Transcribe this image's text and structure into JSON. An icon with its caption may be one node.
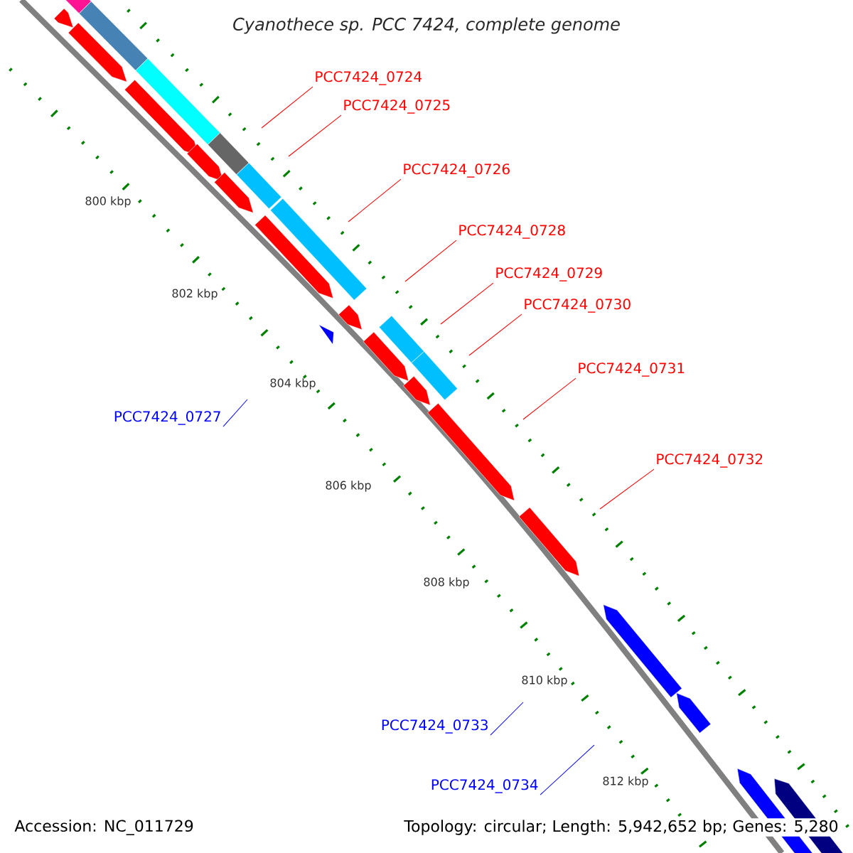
{
  "diagram": {
    "title": "Cyanothece sp. PCC 7424, complete genome",
    "nodes": [
      {
        "text": [
          "PCC7424_0724"
        ]
      },
      {
        "text": [
          "PCC7424_0725"
        ]
      },
      {
        "text": [
          "PCC7424_0726"
        ]
      },
      {
        "text": [
          "PCC7424_0728"
        ]
      },
      {
        "text": [
          "PCC7424_0729"
        ]
      },
      {
        "text": [
          "PCC7424_0730"
        ]
      },
      {
        "text": [
          "PCC7424_0731"
        ]
      },
      {
        "text": [
          "PCC7424_0727"
        ]
      },
      {
        "text": [
          "PCC7424_0732"
        ]
      },
      {
        "text": [
          "PCC7424_0733"
        ]
      },
      {
        "text": [
          "PCC7424_0734"
        ]
      }
    ],
    "edges": [
      {
        "from": 0,
        "to": null,
        "arrow": "none"
      },
      {
        "from": 1,
        "to": null,
        "arrow": "none"
      },
      {
        "from": 2,
        "to": null,
        "arrow": "none"
      },
      {
        "from": 3,
        "to": null,
        "arrow": "none"
      },
      {
        "from": 4,
        "to": null,
        "arrow": "none"
      },
      {
        "from": 5,
        "to": null,
        "arrow": "none"
      },
      {
        "from": 6,
        "to": null,
        "arrow": "none"
      },
      {
        "from": 7,
        "to": null,
        "arrow": "none",
        "color": "#0000ff"
      },
      {
        "from": 8,
        "to": null,
        "arrow": "none"
      },
      {
        "from": 9,
        "to": null,
        "arrow": "none",
        "color": "#0000ff"
      },
      {
        "from": 10,
        "to": null,
        "arrow": "none",
        "color": "#0000ff"
      }
    ],
    "labels": [
      "800 kbp",
      "802 kbp",
      "804 kbp",
      "806 kbp",
      "808 kbp",
      "810 kbp",
      "812 kbp",
      "Accession: NC_011729",
      "Topology: circular; Length: 5,942,652 bp; Genes: 5,280"
    ]
  }
}
